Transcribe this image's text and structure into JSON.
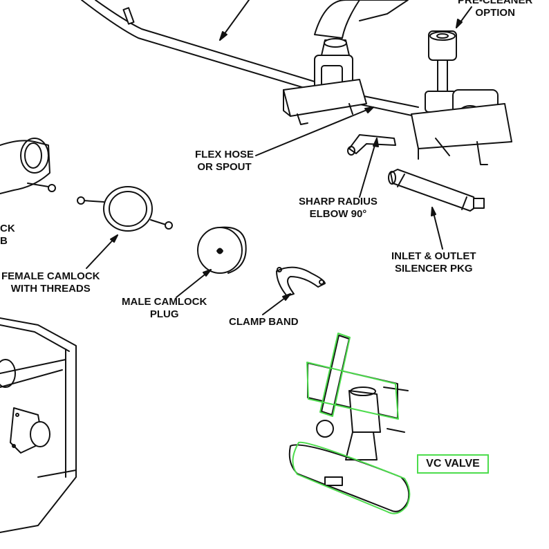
{
  "labels": {
    "pre_cleaner": [
      "PRE-CLEANER",
      "OPTION"
    ],
    "flex_hose": [
      "FLEX HOSE",
      "OR SPOUT"
    ],
    "sharp_elbow": [
      "SHARP RADIUS",
      "ELBOW 90°"
    ],
    "silencer": [
      "INLET & OUTLET",
      "SILENCER PKG"
    ],
    "female_camlock": [
      "FEMALE CAMLOCK",
      "WITH THREADS"
    ],
    "male_camlock": [
      "MALE CAMLOCK",
      "PLUG"
    ],
    "clamp_band": "CLAMP BAND",
    "partial_left": [
      "CK",
      "B"
    ],
    "vc_valve": "VC VALVE"
  },
  "colors": {
    "line": "#111111",
    "highlight": "#4cdc4c"
  }
}
